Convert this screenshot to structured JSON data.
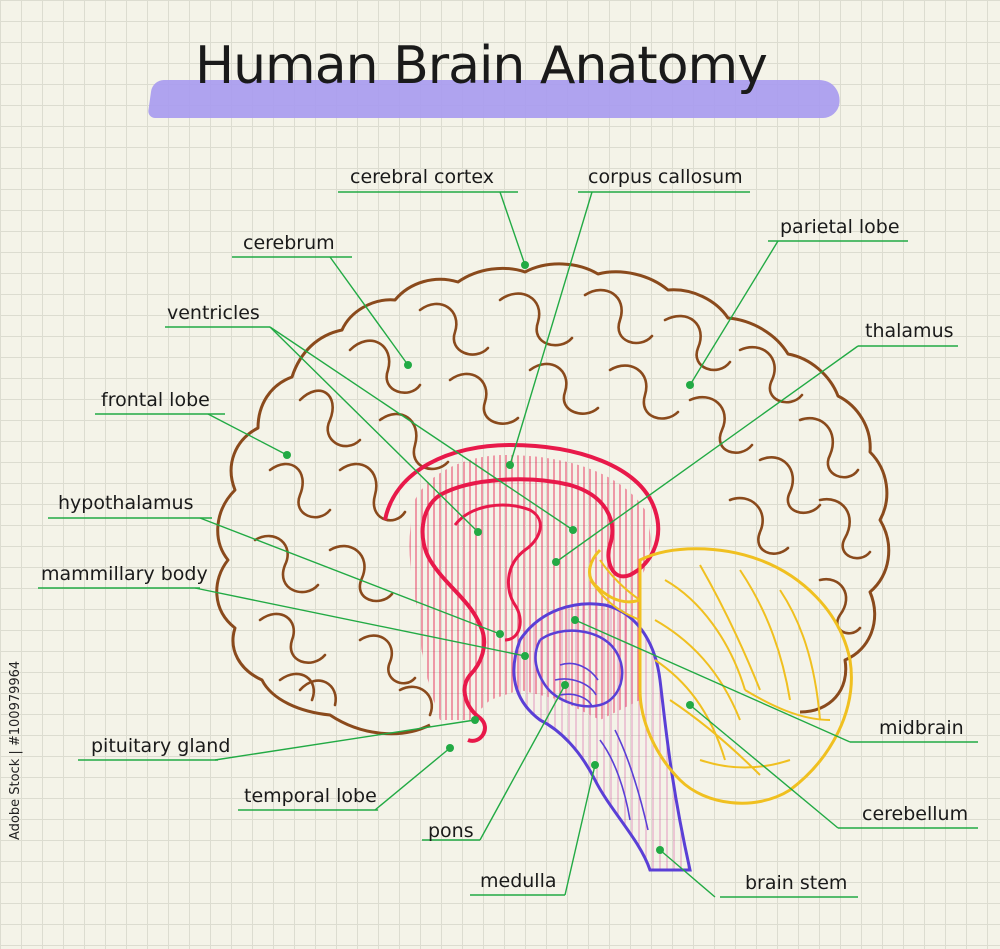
{
  "title": "Human Brain Anatomy",
  "watermark": "Adobe Stock | #100979964",
  "colors": {
    "cortex": "#8a4a1c",
    "limbic": "#e8194a",
    "stem": "#5a3fd6",
    "cerebellum": "#f0c020",
    "leader": "#22aa44",
    "title_brush": "#a79af0",
    "grid": "#dcdcd0",
    "paper": "#f4f3e8"
  },
  "labels": {
    "cerebral_cortex": "cerebral cortex",
    "corpus_callosum": "corpus callosum",
    "cerebrum": "cerebrum",
    "parietal_lobe": "parietal lobe",
    "ventricles": "ventricles",
    "thalamus": "thalamus",
    "frontal_lobe": "frontal lobe",
    "hypothalamus": "hypothalamus",
    "mammillary_body": "mammillary body",
    "pituitary_gland": "pituitary gland",
    "temporal_lobe": "temporal lobe",
    "pons": "pons",
    "medulla": "medulla",
    "midbrain": "midbrain",
    "cerebellum": "cerebellum",
    "brain_stem": "brain stem"
  }
}
